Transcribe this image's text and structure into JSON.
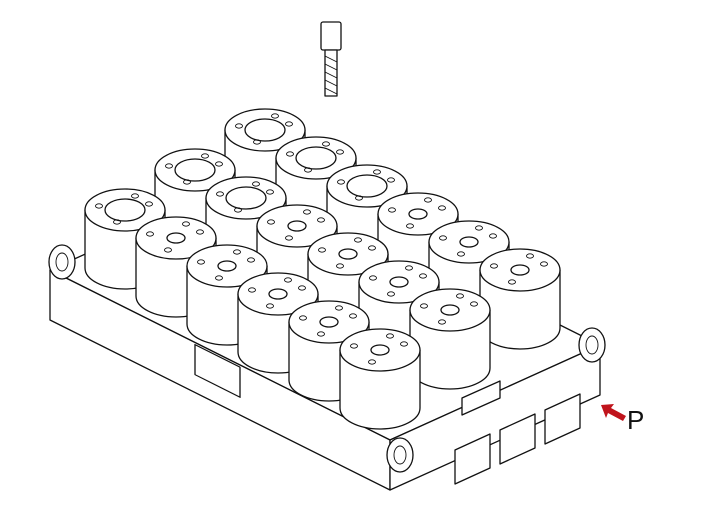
{
  "callout": {
    "label": "P",
    "arrow_color": "#c0141c"
  },
  "fixture": {
    "rows": 3,
    "columns": 6
  }
}
